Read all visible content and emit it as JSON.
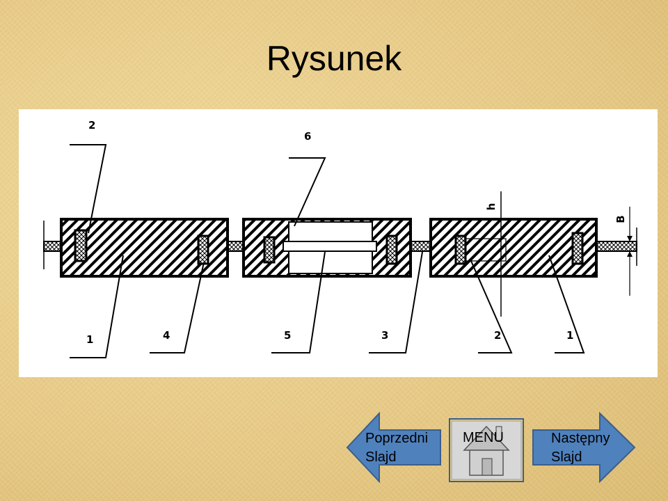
{
  "slide": {
    "title": "Rysunek"
  },
  "diagram": {
    "labels": {
      "l2_top_left": "2",
      "l6_top": "6",
      "l1_bottom_left": "1",
      "l4_bottom": "4",
      "l5_bottom": "5",
      "l3_bottom": "3",
      "l2_bottom_right": "2",
      "l1_bottom_right": "1",
      "dim_h": "h",
      "dim_b": "B"
    }
  },
  "nav": {
    "prev_line1": "Poprzedni",
    "prev_line2": "Slajd",
    "menu": "MENU",
    "next_line1": "Następny",
    "next_line2": "Slajd"
  },
  "colors": {
    "button_blue": "#4f81bd",
    "button_border": "#3a5f8c"
  }
}
